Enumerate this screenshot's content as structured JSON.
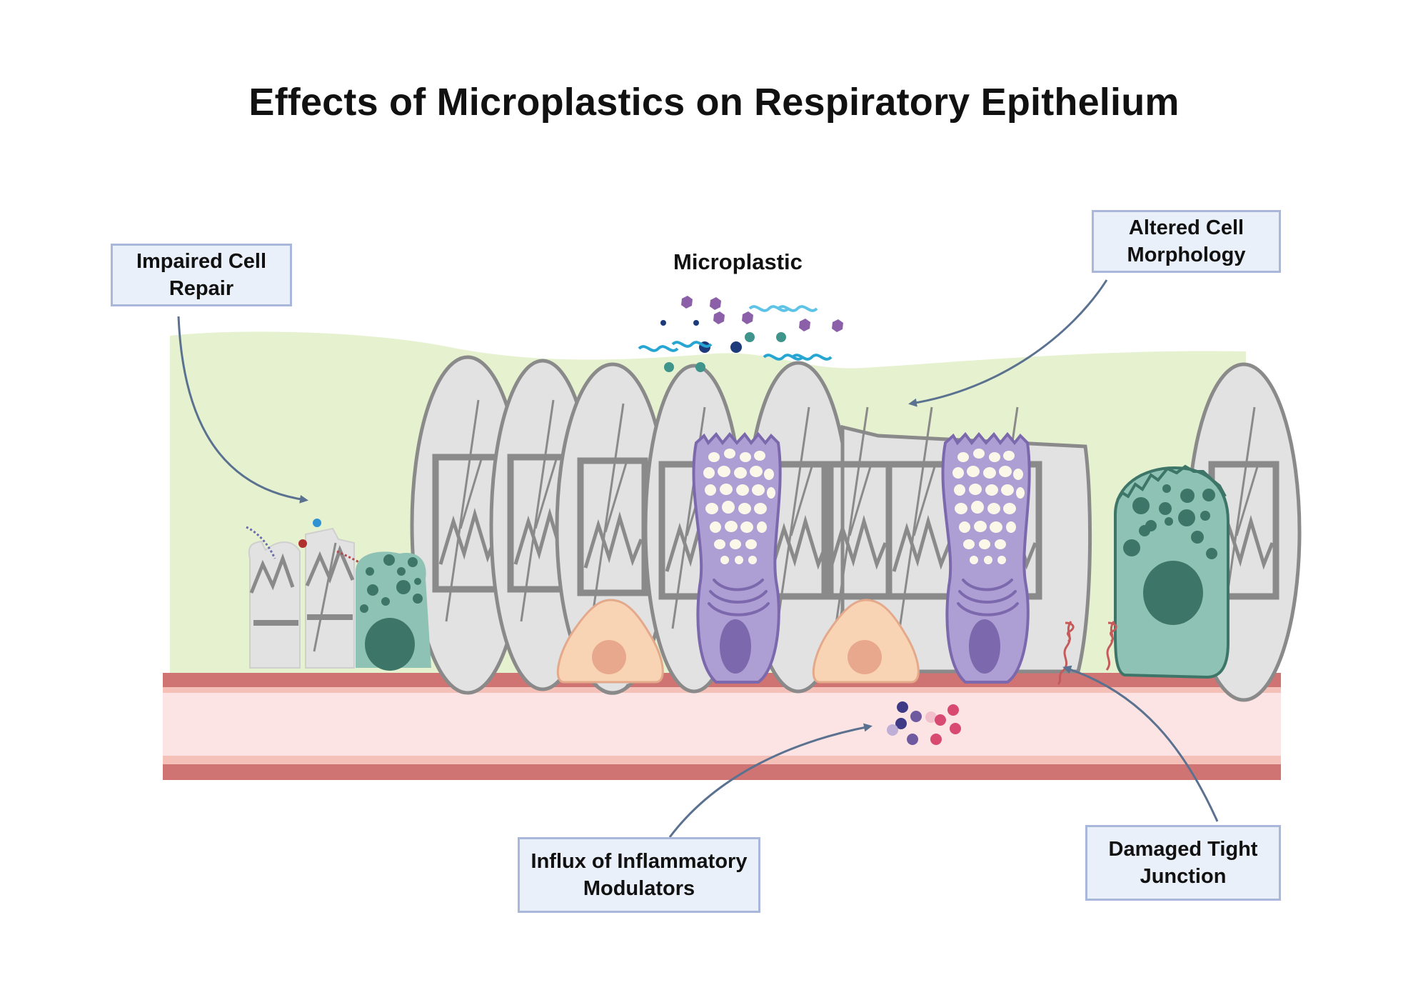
{
  "title": "Effects of Microplastics on Respiratory Epithelium",
  "labels": {
    "microplastic": "Microplastic",
    "impaired_repair": "Impaired Cell\nRepair",
    "altered_morphology": "Altered Cell\nMorphology",
    "inflammatory_influx": "Influx of Inflammatory\nModulators",
    "tight_junction": "Damaged Tight\nJunction"
  },
  "colors": {
    "mucus": "#e6f1d0",
    "ciliated_cell": "#e2e2e2",
    "ciliated_outline": "#8a8a8a",
    "goblet_cell": "#ad9fd3",
    "goblet_nucleus": "#7c68ad",
    "club_cell": "#8ec2b4",
    "club_nucleus": "#3d7668",
    "basal_cell": "#f9d4b4",
    "basement_membrane": "#d07373",
    "blood_vessel": "#fce4e4",
    "callout_fill": "#eaf0f9",
    "callout_border": "#a9b7da",
    "arrow": "#5a7190"
  }
}
